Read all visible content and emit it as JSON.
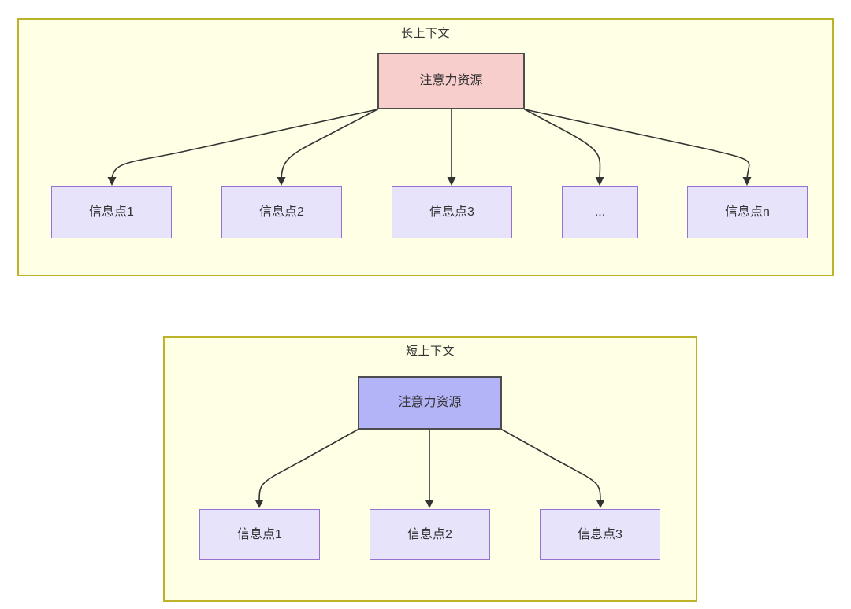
{
  "diagram": {
    "type": "flowchart",
    "panels": [
      {
        "id": "long-context",
        "title": "长上下文",
        "root": {
          "label": "注意力资源",
          "fill": "#f8cecc",
          "stroke": "#4d4d4d"
        },
        "children": [
          {
            "label": "信息点1"
          },
          {
            "label": "信息点2"
          },
          {
            "label": "信息点3"
          },
          {
            "label": "..."
          },
          {
            "label": "信息点n"
          }
        ]
      },
      {
        "id": "short-context",
        "title": "短上下文",
        "root": {
          "label": "注意力资源",
          "fill": "#b3b3f7",
          "stroke": "#4d4d4d"
        },
        "children": [
          {
            "label": "信息点1"
          },
          {
            "label": "信息点2"
          },
          {
            "label": "信息点3"
          }
        ]
      }
    ],
    "colors": {
      "panel_fill": "#ffffe6",
      "panel_border": "#bdb328",
      "info_fill": "#e7e3fb",
      "info_border": "#9673d3",
      "edge": "#333333",
      "text": "#333333"
    }
  }
}
